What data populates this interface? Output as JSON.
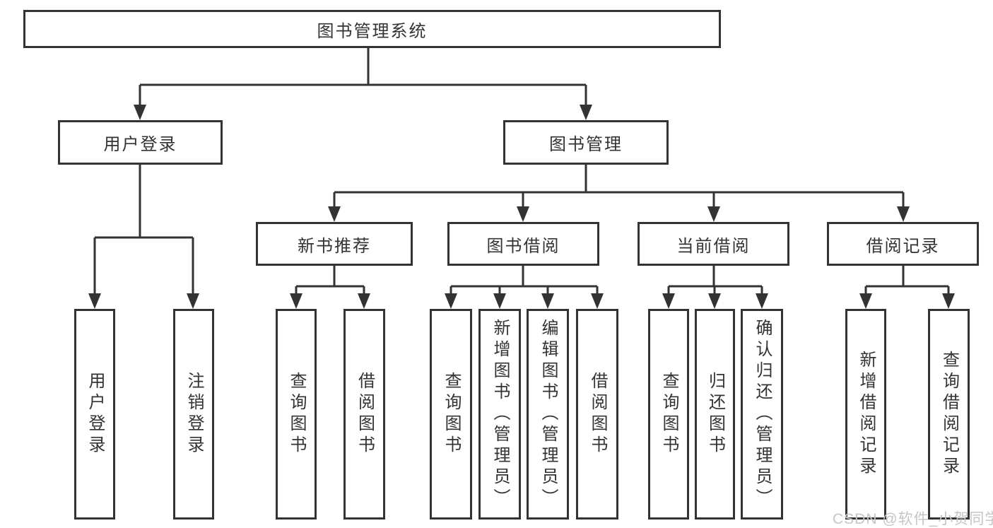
{
  "diagram": {
    "root": "图书管理系统",
    "level2": [
      {
        "label": "用户登录",
        "leaves": [
          "用户登录",
          "注销登录"
        ]
      },
      {
        "label": "图书管理"
      }
    ],
    "level3": [
      {
        "label": "新书推荐",
        "leaves": [
          "查询图书",
          "借阅图书"
        ]
      },
      {
        "label": "图书借阅",
        "leaves": [
          "查询图书",
          "新增图书（管理员）",
          "编辑图书（管理员）",
          "借阅图书"
        ]
      },
      {
        "label": "当前借阅",
        "leaves": [
          "查询图书",
          "归还图书",
          "确认归还（管理员）"
        ]
      },
      {
        "label": "借阅记录",
        "leaves": [
          "新增借阅记录",
          "查询借阅记录"
        ]
      }
    ]
  },
  "watermark": {
    "text": "CSDN @软件_小贺同学"
  },
  "colors": {
    "line": "#333333",
    "text": "#333333",
    "background": "#ffffff",
    "watermark": "#c6c6c6"
  }
}
